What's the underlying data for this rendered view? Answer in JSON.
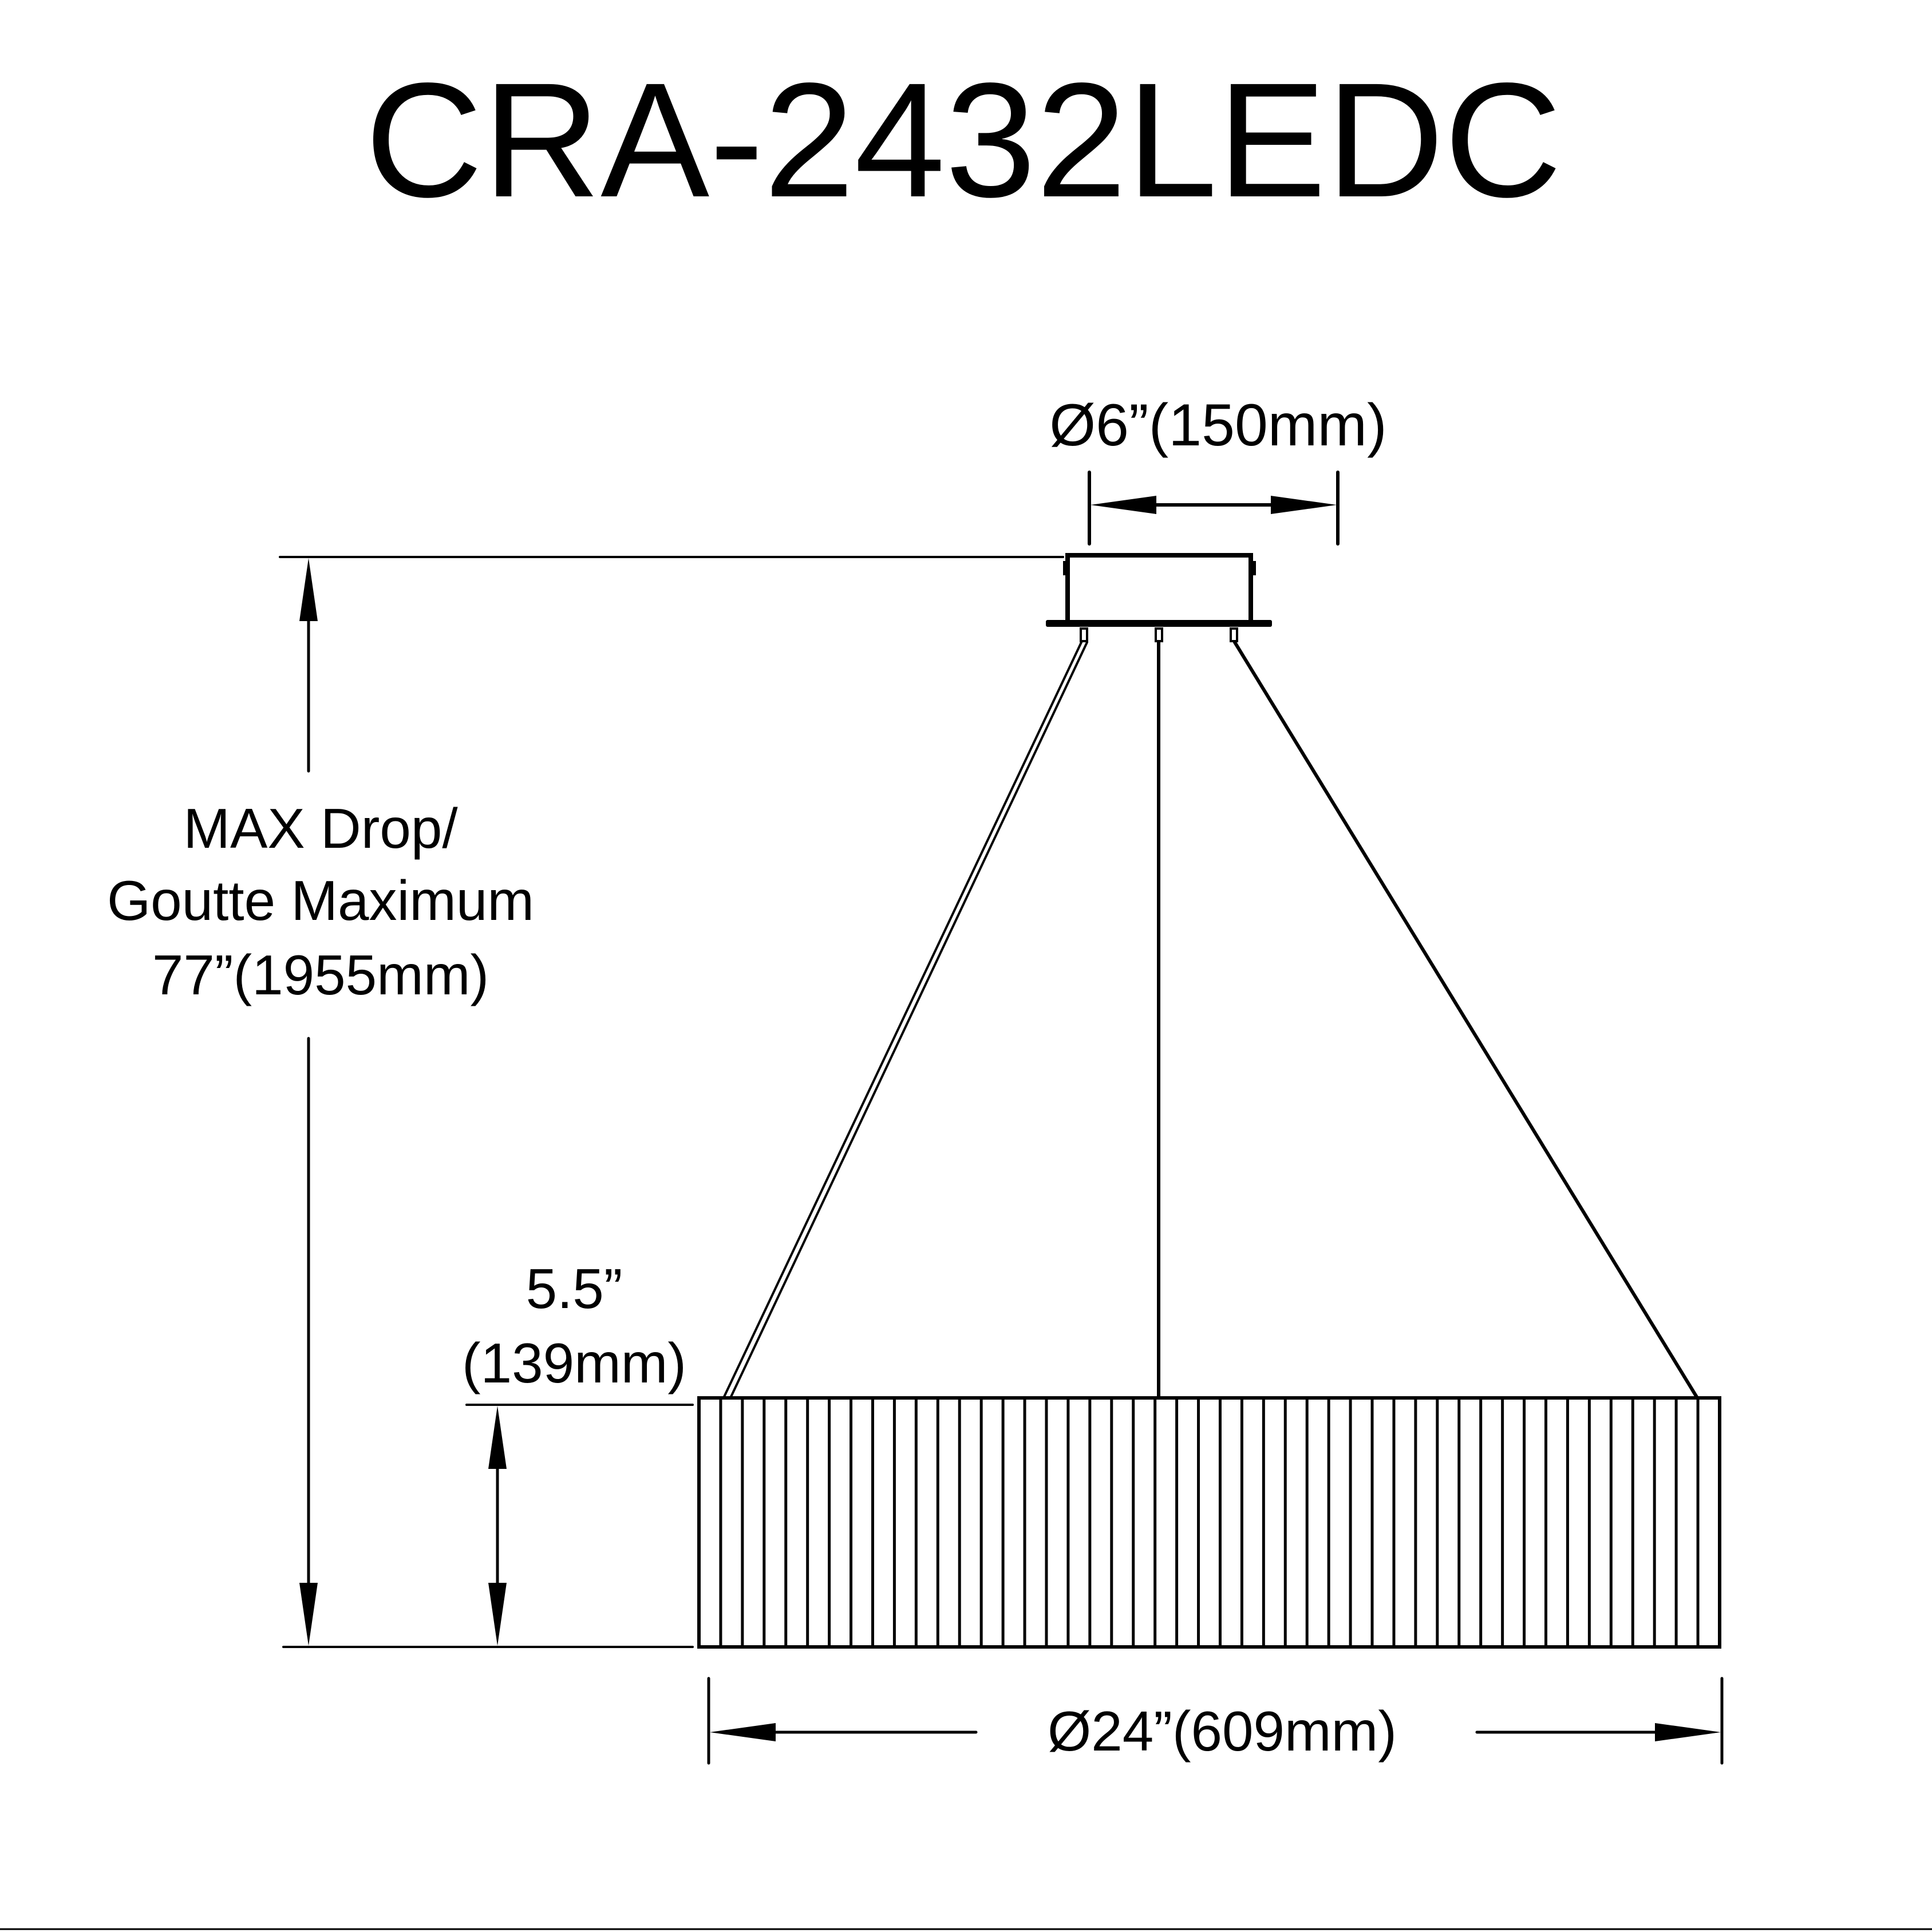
{
  "title": "CRA-2432LEDC",
  "dimensions": {
    "canopy_diameter": "Ø6”(150mm)",
    "max_drop_line1": "MAX Drop/",
    "max_drop_line2": "Goutte Maximum",
    "max_drop_line3": "77”(1955mm)",
    "shade_height_line1": "5.5”",
    "shade_height_line2": "(139mm)",
    "shade_diameter": "Ø24”(609mm)"
  },
  "colors": {
    "line": "#000000",
    "background": "#ffffff"
  }
}
